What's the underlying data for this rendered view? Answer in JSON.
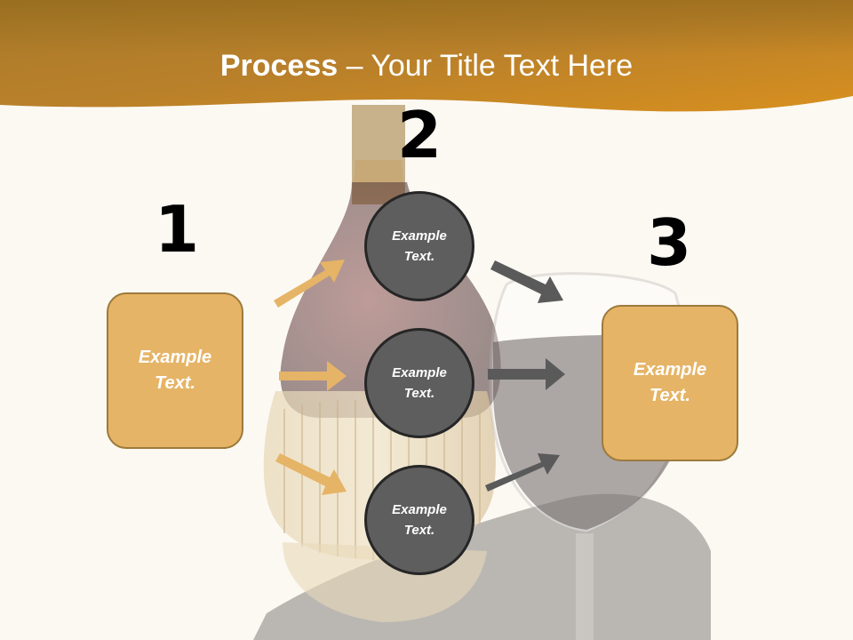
{
  "title": {
    "bold": "Process",
    "rest": " – Your Title Text Here"
  },
  "steps": [
    {
      "number": "1",
      "line1": "Example",
      "line2": "Text."
    },
    {
      "number": "2",
      "line1": "Example",
      "line2": "Text."
    },
    {
      "number": "3",
      "line1": "Example",
      "line2": "Text."
    }
  ],
  "circles": [
    {
      "line1": "Example",
      "line2": "Text."
    },
    {
      "line1": "Example",
      "line2": "Text."
    },
    {
      "line1": "Example",
      "line2": "Text."
    }
  ],
  "colors": {
    "banner": "#cf8a22",
    "box_fill": "#e6b466",
    "box_border": "#9c7a3c",
    "circle_fill": "#5e5e5e",
    "circle_border": "#262626",
    "arrow_left": "#e6b466",
    "arrow_right": "#5a5a5a"
  },
  "background_image": "wine-bottle-and-glass"
}
